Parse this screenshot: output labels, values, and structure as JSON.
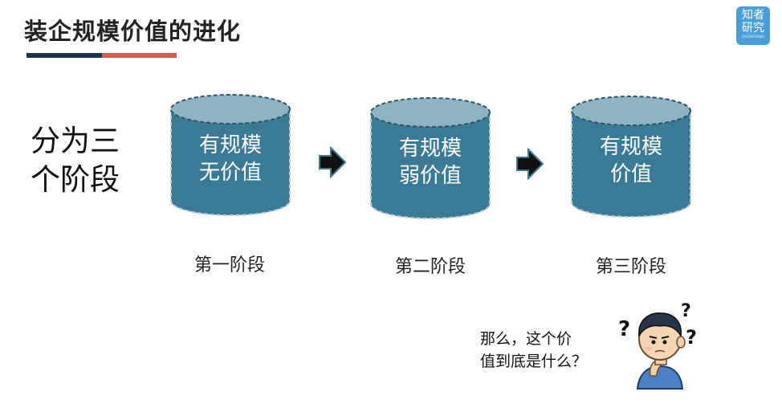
{
  "title": "装企规模价值的进化",
  "logo": {
    "line1": "知者",
    "line2": "研究",
    "small": "ZHIZHEYANJIU"
  },
  "intro": {
    "line1": "分为三",
    "line2": "个阶段"
  },
  "stages": [
    {
      "cylinder_line1": "有规模",
      "cylinder_line2": "无价值",
      "label": "第一阶段"
    },
    {
      "cylinder_line1": "有规模",
      "cylinder_line2": "弱价值",
      "label": "第二阶段"
    },
    {
      "cylinder_line1": "有规模",
      "cylinder_line2": "价值",
      "label": "第三阶段"
    }
  ],
  "question": {
    "line1": "那么，这个价",
    "line2": "值到底是什么？"
  },
  "colors": {
    "cylinder_body": "#3b7a95",
    "cylinder_top": "#8fb3c2",
    "accent_dark": "#1f3347",
    "accent_red": "#d85a4a",
    "logo": "#4a9fd8"
  }
}
